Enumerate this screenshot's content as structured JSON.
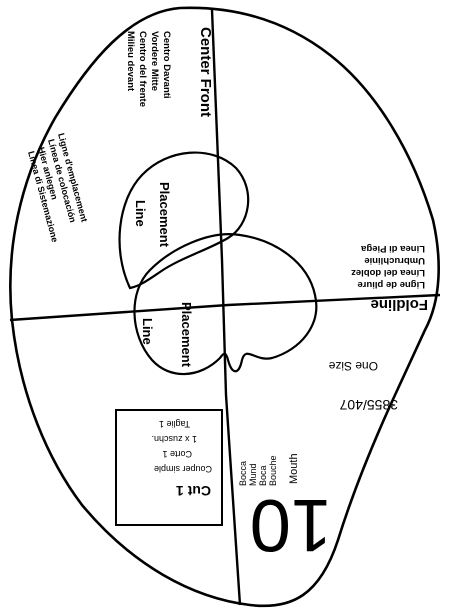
{
  "pattern": {
    "piece_number": "10",
    "piece_name": "Mouth",
    "piece_name_translations": [
      "Bouche",
      "Boca",
      "Mund",
      "Bocca"
    ],
    "pattern_number": "3855/407",
    "size": "One Size",
    "center_front": {
      "label": "Center Front",
      "translations": [
        "Milieu devant",
        "Centro del frente",
        "Vordere Mitte",
        "Centro Davanti"
      ]
    },
    "foldline": {
      "label": "Foldline",
      "translations": [
        "Ligne de pliure",
        "Línea del doblez",
        "Umbruchlinie",
        "Linea di Piega"
      ]
    },
    "placement_line_upper": {
      "label_1": "Placement",
      "label_2": "Line",
      "translations": [
        "Ligne d'emplacement",
        "Línea de colocación",
        "Hier anlegen",
        "Linea di Sistemazione"
      ]
    },
    "placement_line_lower": {
      "label_1": "Placement",
      "label_2": "Line"
    },
    "cut_box": {
      "title": "Cut 1",
      "lines": [
        "Couper simple",
        "Corte 1",
        "1 x zuschn.",
        "Taglie 1"
      ]
    }
  },
  "colors": {
    "ink": "#000000",
    "paper": "#ffffff"
  }
}
